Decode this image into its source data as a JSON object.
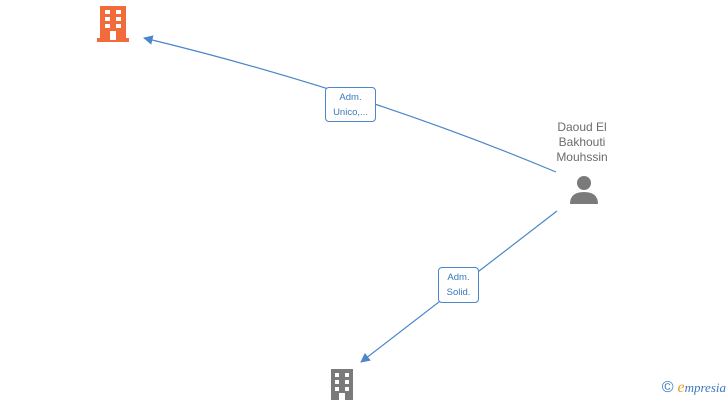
{
  "person": {
    "name_lines": [
      "Daoud El",
      "Bakhouti",
      "Mouhssin"
    ]
  },
  "edges": [
    {
      "label_lines": [
        "Adm.",
        "Unico,..."
      ]
    },
    {
      "label_lines": [
        "Adm.",
        "Solid."
      ]
    }
  ],
  "colors": {
    "company_highlight": "#f26b3a",
    "company_default": "#7a7a7a",
    "person": "#7a7a7a",
    "edge": "#4a86c8"
  },
  "icons": [
    "building-icon",
    "person-icon",
    "copyright-icon"
  ],
  "brand": {
    "copyright": "©",
    "e": "e",
    "rest": "mpresia"
  }
}
